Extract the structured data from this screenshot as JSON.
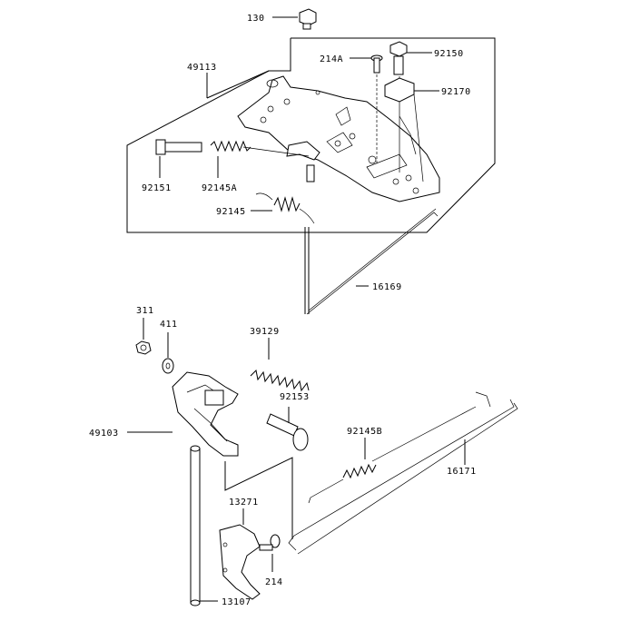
{
  "labels": {
    "p130": "130",
    "p49113": "49113",
    "p214A": "214A",
    "p92150": "92150",
    "p92170": "92170",
    "p92151": "92151",
    "p92145A": "92145A",
    "p92145": "92145",
    "p16169": "16169",
    "p311": "311",
    "p411": "411",
    "p39129": "39129",
    "p92153": "92153",
    "p49103": "49103",
    "p92145B": "92145B",
    "p16171": "16171",
    "p13271": "13271",
    "p214": "214",
    "p13107": "13107"
  }
}
